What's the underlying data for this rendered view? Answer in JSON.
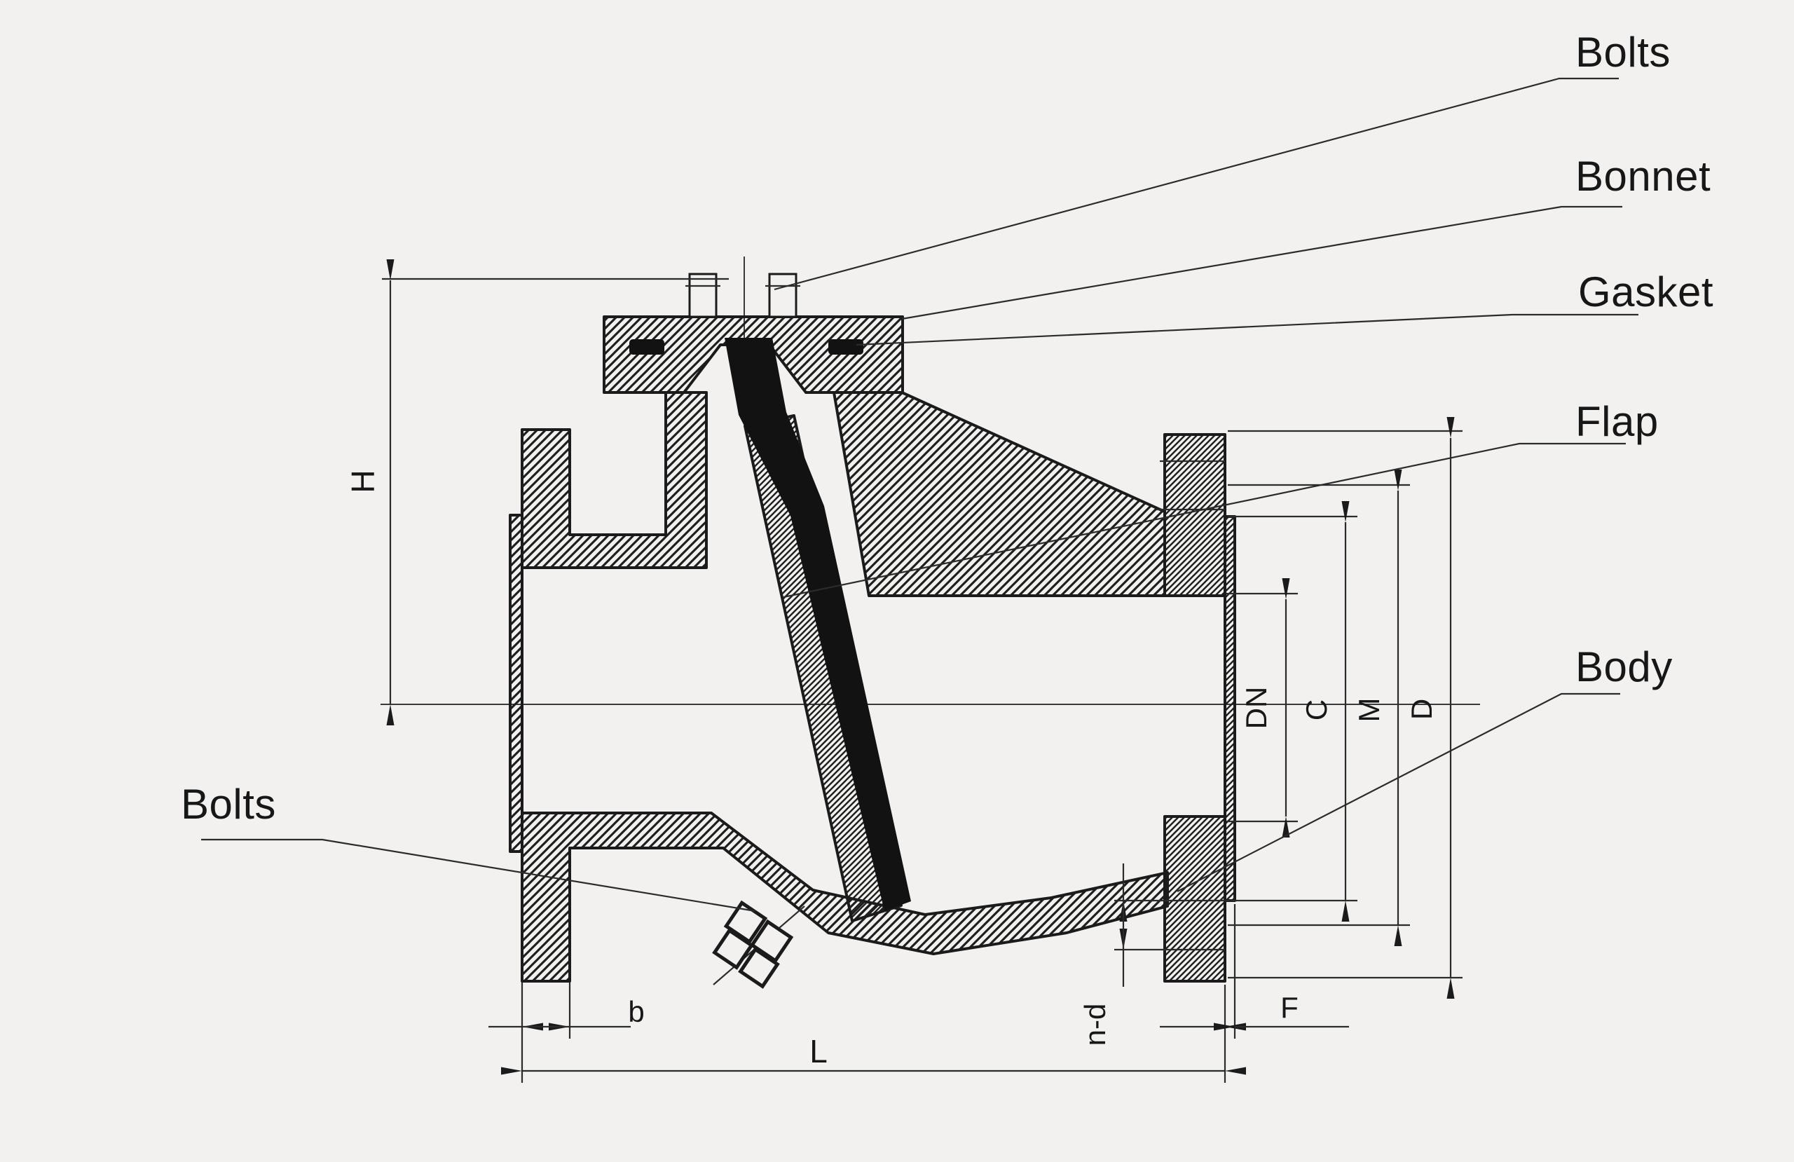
{
  "page": {
    "background": "#f2f1ef",
    "ink": "#1b1b1b"
  },
  "part_labels": {
    "bolts_top": "Bolts",
    "bonnet": "Bonnet",
    "gasket": "Gasket",
    "flap": "Flap",
    "body": "Body",
    "bolts_bottom": "Bolts"
  },
  "dimensions": {
    "h": "H",
    "dn": "DN",
    "c": "C",
    "m": "M",
    "d": "D",
    "b": "b",
    "l": "L",
    "n_d": "n-d",
    "f": "F"
  }
}
